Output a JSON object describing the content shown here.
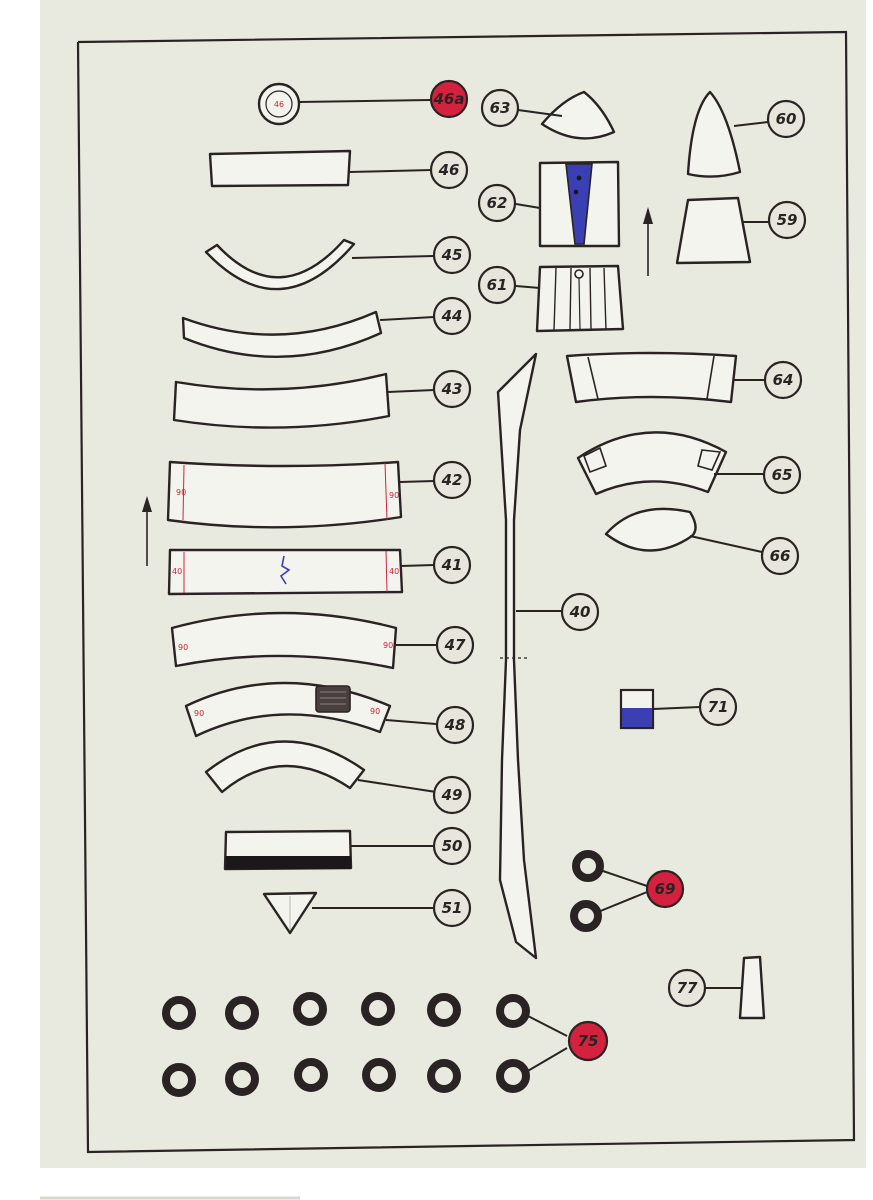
{
  "colors": {
    "sheet": "#e8e9df",
    "paper_edge": "#ffffff",
    "line": "#2a2324",
    "badge": "#e6e6dc",
    "badge_red": "#d4213d",
    "mark_red": "#d4213d",
    "blue": "#3a3fb4"
  },
  "parts": {
    "p46a": {
      "label": "46a",
      "icon": "small-disc",
      "highlight": true,
      "disc_label": "46"
    },
    "p46": {
      "label": "46",
      "icon": "rectangle-strip"
    },
    "p45": {
      "label": "45",
      "icon": "arc-strip"
    },
    "p44": {
      "label": "44",
      "icon": "arc-strip"
    },
    "p43": {
      "label": "43",
      "icon": "arc-strip"
    },
    "p42": {
      "label": "42",
      "icon": "wide-strip",
      "mark_left": "90",
      "mark_right": "90"
    },
    "p41": {
      "label": "41",
      "icon": "straight-strip",
      "mark_left": "40",
      "mark_right": "40"
    },
    "p47": {
      "label": "47",
      "icon": "arc-strip",
      "mark_left": "90",
      "mark_right": "90"
    },
    "p48": {
      "label": "48",
      "icon": "arc-strip-with-grille",
      "mark_left": "90",
      "mark_right": "90"
    },
    "p49": {
      "label": "49",
      "icon": "arc-strip"
    },
    "p50": {
      "label": "50",
      "icon": "strip-with-black-band"
    },
    "p51": {
      "label": "51",
      "icon": "triangle"
    },
    "p40": {
      "label": "40",
      "icon": "long-spine"
    },
    "p63": {
      "label": "63",
      "icon": "fan-segment"
    },
    "p62": {
      "label": "62",
      "icon": "panel-with-blue-stripe"
    },
    "p61": {
      "label": "61",
      "icon": "ribbed-panel"
    },
    "p60": {
      "label": "60",
      "icon": "nose-cone"
    },
    "p59": {
      "label": "59",
      "icon": "trapezoid"
    },
    "p64": {
      "label": "64",
      "icon": "curved-band"
    },
    "p65": {
      "label": "65",
      "icon": "curved-band"
    },
    "p66": {
      "label": "66",
      "icon": "lens"
    },
    "p71": {
      "label": "71",
      "icon": "blue-square"
    },
    "p69": {
      "label": "69",
      "icon": "two-washers",
      "highlight": true
    },
    "p77": {
      "label": "77",
      "icon": "small-trapezoid"
    },
    "p75": {
      "label": "75",
      "icon": "twelve-washers",
      "highlight": true
    }
  }
}
